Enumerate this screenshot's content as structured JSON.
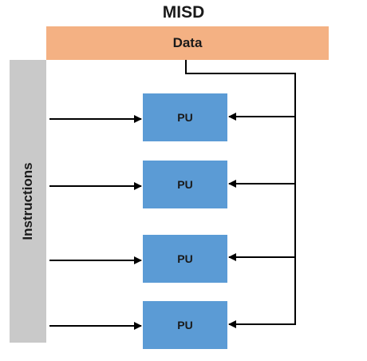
{
  "title": "MISD",
  "data_label": "Data",
  "instructions_label": "Instructions",
  "processing_units": [
    "PU",
    "PU",
    "PU",
    "PU"
  ],
  "colors": {
    "data_bar": "#f4b183",
    "instructions_bar": "#c9c9c9",
    "processing_unit": "#5b9bd5",
    "arrow": "#000000"
  }
}
